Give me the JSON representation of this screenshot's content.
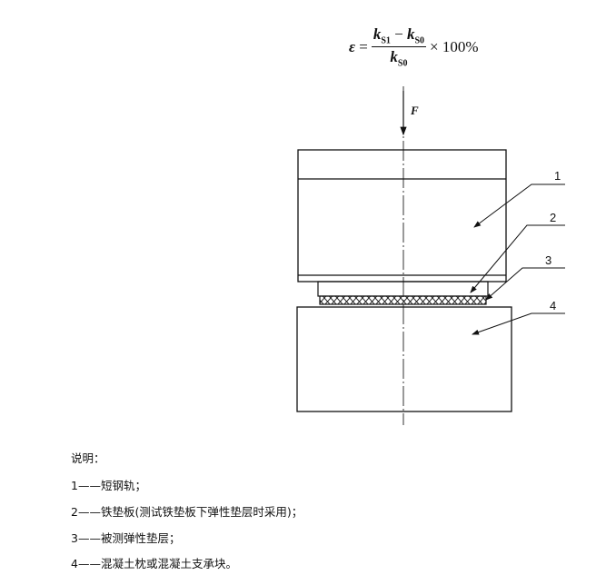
{
  "formula": {
    "lhs": "ε",
    "eq": "=",
    "num_a": "k",
    "num_a_sub": "S1",
    "minus": "−",
    "num_b": "k",
    "num_b_sub": "S0",
    "den": "k",
    "den_sub": "S0",
    "times": "× 100%"
  },
  "force_label": "F",
  "callouts": [
    "1",
    "2",
    "3",
    "4"
  ],
  "notes": {
    "title": "说明：",
    "items": [
      "1——短钢轨；",
      "2——铁垫板(测试铁垫板下弹性垫层时采用)；",
      "3——被测弹性垫层；",
      "4——混凝土枕或混凝土支承块。"
    ]
  }
}
